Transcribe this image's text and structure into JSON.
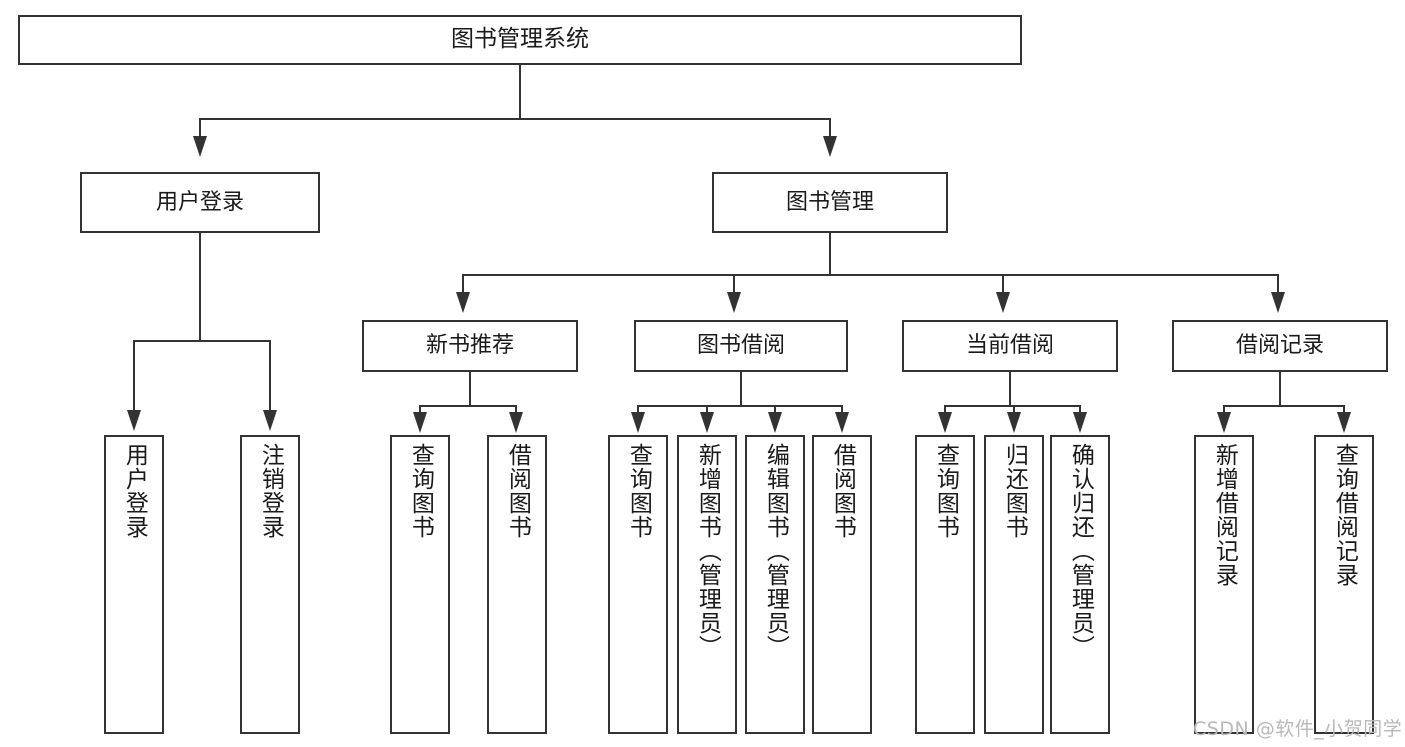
{
  "diagram": {
    "type": "tree-hierarchy",
    "root": {
      "label": "图书管理系统"
    },
    "level2": [
      {
        "label": "用户登录"
      },
      {
        "label": "图书管理"
      }
    ],
    "level3": [
      {
        "label": "新书推荐"
      },
      {
        "label": "图书借阅"
      },
      {
        "label": "当前借阅"
      },
      {
        "label": "借阅记录"
      }
    ],
    "leaves": {
      "user_login": [
        {
          "label": "用户登录"
        },
        {
          "label": "注销登录"
        }
      ],
      "new_book_recommend": [
        {
          "label": "查询图书"
        },
        {
          "label": "借阅图书"
        }
      ],
      "book_borrow": [
        {
          "label": "查询图书"
        },
        {
          "label": "新增图书（管理员）"
        },
        {
          "label": "编辑图书（管理员）"
        },
        {
          "label": "借阅图书"
        }
      ],
      "current_borrow": [
        {
          "label": "查询图书"
        },
        {
          "label": "归还图书"
        },
        {
          "label": "确认归还（管理员）"
        }
      ],
      "borrow_record": [
        {
          "label": "新增借阅记录"
        },
        {
          "label": "查询借阅记录"
        }
      ]
    }
  },
  "watermark": {
    "text": "CSDN @软件_小贺同学"
  },
  "colors": {
    "stroke": "#333333",
    "background": "#ffffff",
    "text": "#1a1a1a",
    "watermark": "#b9b9b9"
  }
}
